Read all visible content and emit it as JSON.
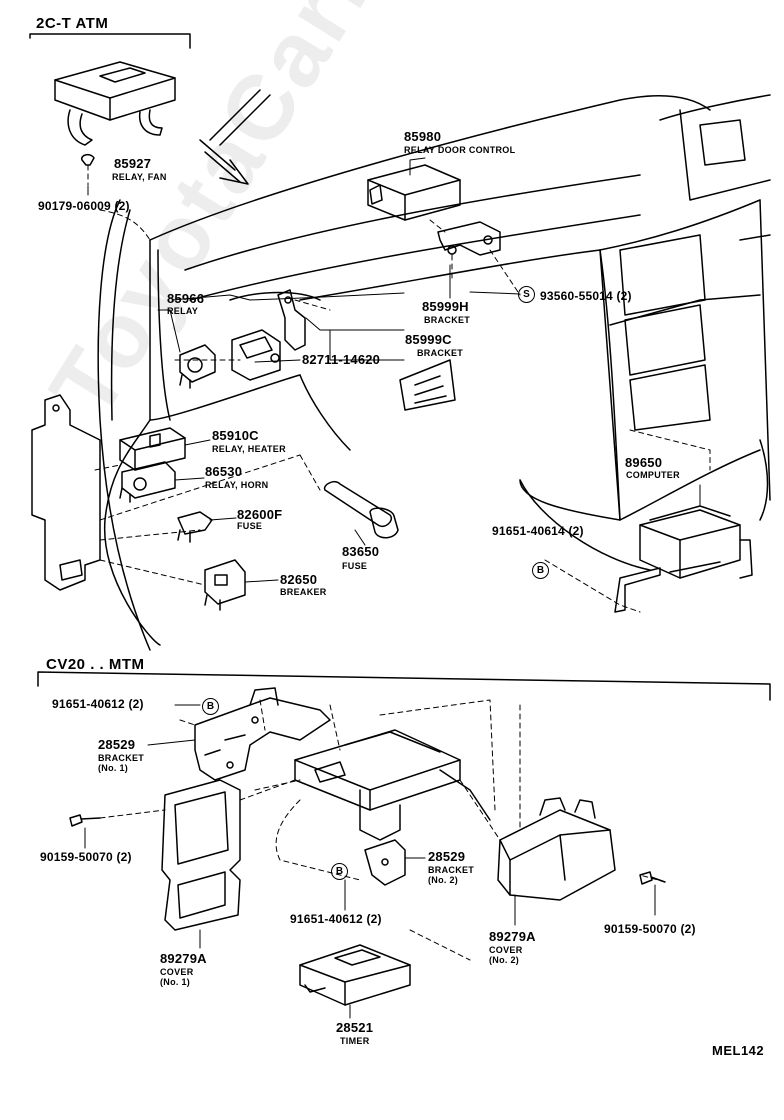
{
  "sections": {
    "top": "2C-T ATM",
    "bottom": "CV20 . . MTM"
  },
  "watermark": "ToyotaCarMine.ru",
  "drawing_code": "MEL142",
  "parts": {
    "p85927": {
      "number": "85927",
      "name": "RELAY, FAN"
    },
    "p90179": {
      "number": "90179-06009 (2)"
    },
    "p85980": {
      "number": "85980",
      "name": "RELAY DOOR CONTROL"
    },
    "p85966": {
      "number": "85966",
      "name": "RELAY"
    },
    "p85999h": {
      "number": "85999H",
      "name": "BRACKET"
    },
    "p93560": {
      "symbol": "S",
      "number": "93560-55014 (2)"
    },
    "p85999c": {
      "number": "85999C",
      "name": "BRACKET"
    },
    "p82711": {
      "number": "82711-14620"
    },
    "p85910c": {
      "number": "85910C",
      "name": "RELAY, HEATER"
    },
    "p86530": {
      "number": "86530",
      "name": "RELAY, HORN"
    },
    "p82600f": {
      "number": "82600F",
      "name": "FUSE"
    },
    "p83650": {
      "number": "83650",
      "name": "FUSE"
    },
    "p82650": {
      "number": "82650",
      "name": "BREAKER"
    },
    "p89650": {
      "number": "89650",
      "name": "COMPUTER"
    },
    "p91651_614": {
      "number": "91651-40614 (2)",
      "symbol": "B"
    },
    "p91651_612a": {
      "number": "91651-40612 (2)",
      "symbol": "B"
    },
    "p28529_1": {
      "number": "28529",
      "name": "BRACKET",
      "sub": "(No. 1)"
    },
    "p90159_a": {
      "number": "90159-50070 (2)"
    },
    "p28529_2": {
      "number": "28529",
      "name": "BRACKET",
      "sub": "(No. 2)"
    },
    "p91651_612b": {
      "number": "91651-40612 (2)",
      "symbol": "B"
    },
    "p89279a_1": {
      "number": "89279A",
      "name": "COVER",
      "sub": "(No. 1)"
    },
    "p89279a_2": {
      "number": "89279A",
      "name": "COVER",
      "sub": "(No. 2)"
    },
    "p90159_b": {
      "number": "90159-50070 (2)"
    },
    "p28521": {
      "number": "28521",
      "name": "TIMER"
    }
  }
}
